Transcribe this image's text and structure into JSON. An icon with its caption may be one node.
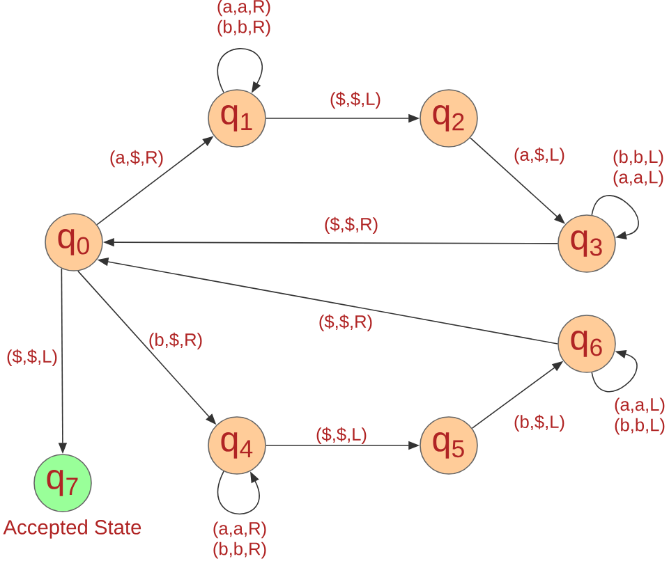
{
  "diagram": {
    "nodes": [
      {
        "text": [
          "q$_{0}$"
        ]
      },
      {
        "text": [
          "q$_{1}$"
        ]
      },
      {
        "text": [
          "q$_{2}$"
        ]
      },
      {
        "text": [
          "q$_{3}$"
        ]
      },
      {
        "text": [
          "q$_{4}$"
        ]
      },
      {
        "text": [
          "q$_{5}$"
        ]
      },
      {
        "text": [
          "q$_{6}$"
        ]
      },
      {
        "text": [
          "q$_{7}$"
        ],
        "beside": [
          "Accepted State"
        ]
      }
    ],
    "edges": [
      {
        "from": 0,
        "to": 1,
        "arrow": "to",
        "label": "(a,$,R)"
      },
      {
        "from": 1,
        "to": 1,
        "arrow": "to",
        "label": "(a,a,R) (b,b,R)"
      },
      {
        "from": 1,
        "to": 2,
        "arrow": "to",
        "label": "($,$,L)"
      },
      {
        "from": 2,
        "to": 3,
        "arrow": "to",
        "label": "(a,$,L)"
      },
      {
        "from": 3,
        "to": 3,
        "arrow": "to",
        "label": "(b,b,L) (a,a,L)"
      },
      {
        "from": 3,
        "to": 0,
        "arrow": "to",
        "label": "($,$,R)"
      },
      {
        "from": 6,
        "to": 0,
        "arrow": "to",
        "label": "($,$,R)"
      },
      {
        "from": 0,
        "to": 4,
        "arrow": "to",
        "label": "(b,$,R)"
      },
      {
        "from": 0,
        "to": 7,
        "arrow": "to",
        "label": "($,$,L)"
      },
      {
        "from": 4,
        "to": 5,
        "arrow": "to",
        "label": "($,$,L)"
      },
      {
        "from": 4,
        "to": 4,
        "arrow": "to",
        "label": "(a,a,R) (b,b,R)"
      },
      {
        "from": 5,
        "to": 6,
        "arrow": "to",
        "label": "(b,$,L)"
      },
      {
        "from": 6,
        "to": 6,
        "arrow": "to",
        "label": "(a,a,L) (b,b,L)"
      }
    ]
  }
}
